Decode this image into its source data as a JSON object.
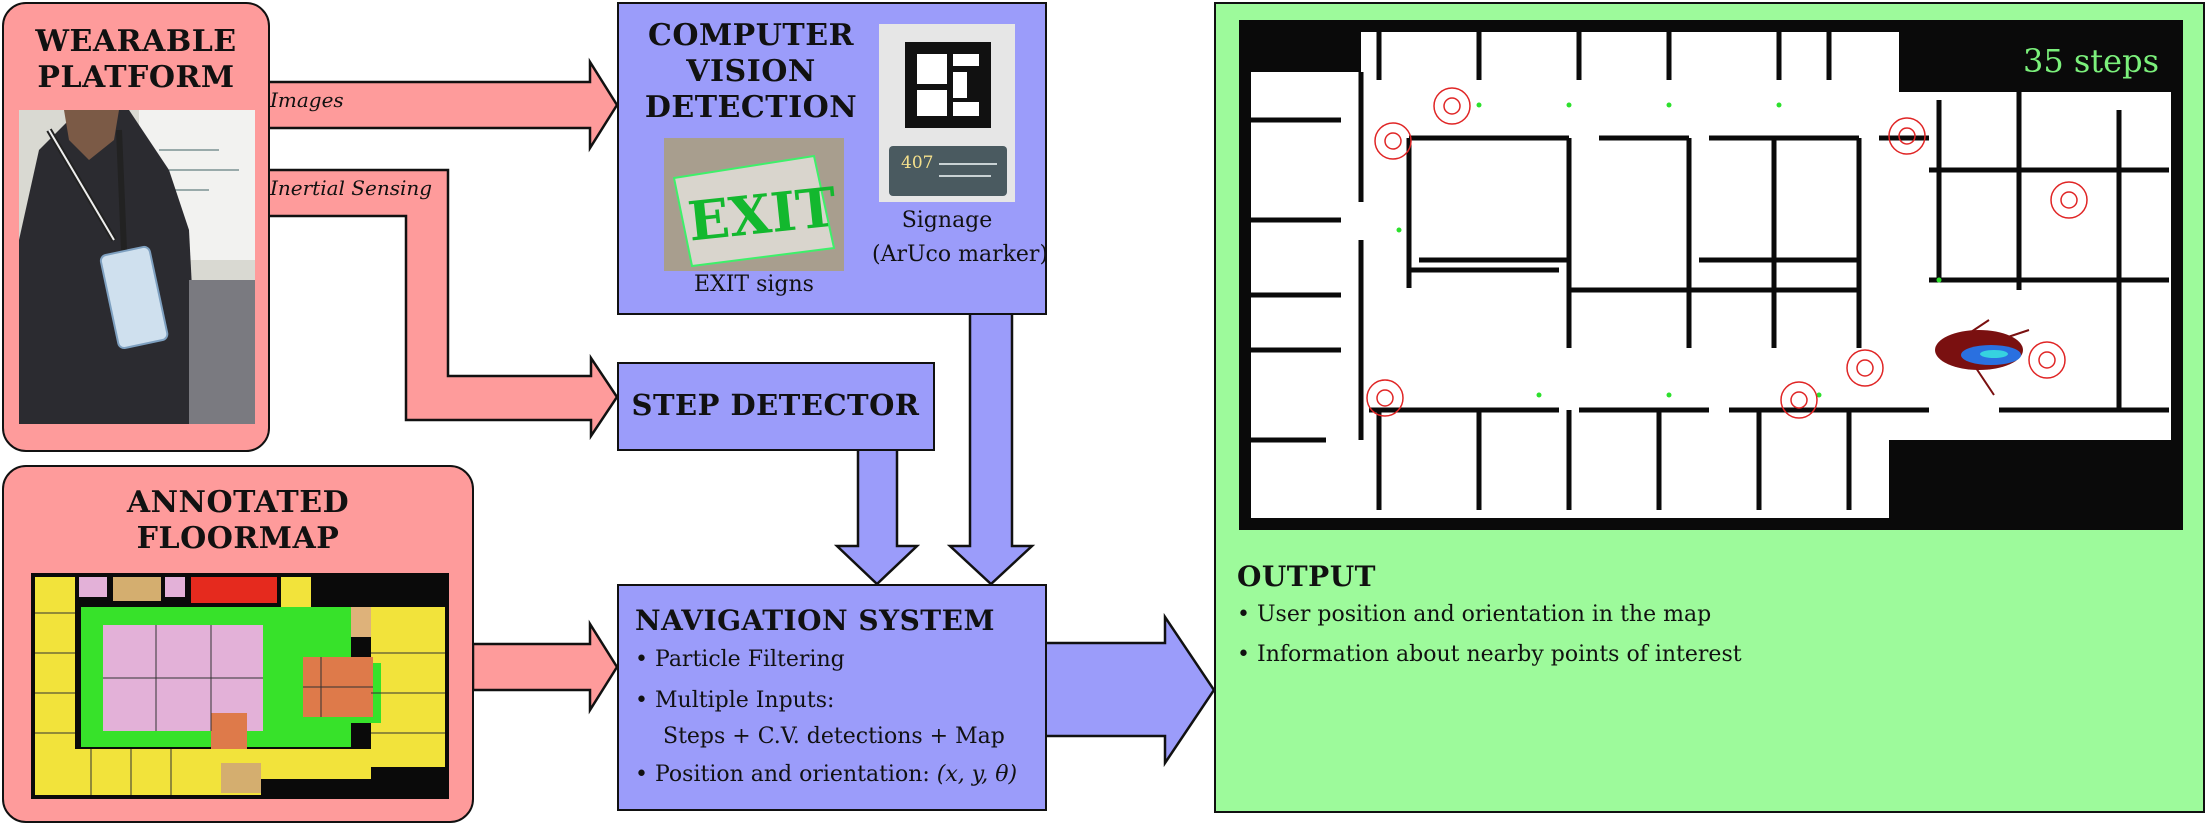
{
  "wearable": {
    "title_line1": "WEARABLE",
    "title_line2": "PLATFORM",
    "photo_icon": "person-wearing-phone-photo"
  },
  "floormap": {
    "title_line1": "ANNOTATED",
    "title_line2": "FLOORMAP"
  },
  "arrows": {
    "images_label": "Images",
    "inertial_label": "Inertial Sensing"
  },
  "cv": {
    "title_line1": "COMPUTER",
    "title_line2": "VISION",
    "title_line3": "DETECTION",
    "exit_caption": "EXIT signs",
    "signage_caption_line1": "Signage",
    "signage_caption_line2": "(ArUco marker)",
    "exit_sign_text": "EXIT",
    "room_number": "407"
  },
  "step_detector": {
    "title": "STEP DETECTOR"
  },
  "navigation": {
    "title": "NAVIGATION SYSTEM",
    "bullets": [
      "Particle Filtering",
      "Multiple Inputs:",
      "Steps + C.V. detections + Map",
      "Position and orientation:"
    ],
    "formula": "(x, y, θ)"
  },
  "output": {
    "title": "OUTPUT",
    "bullets": [
      "User position and orientation in the map",
      "Information about nearby points of interest"
    ],
    "steps_overlay": "35 steps"
  },
  "colors": {
    "pink": "#fe9b9b",
    "blue": "#9b9cfa",
    "green": "#9dfa9b"
  }
}
